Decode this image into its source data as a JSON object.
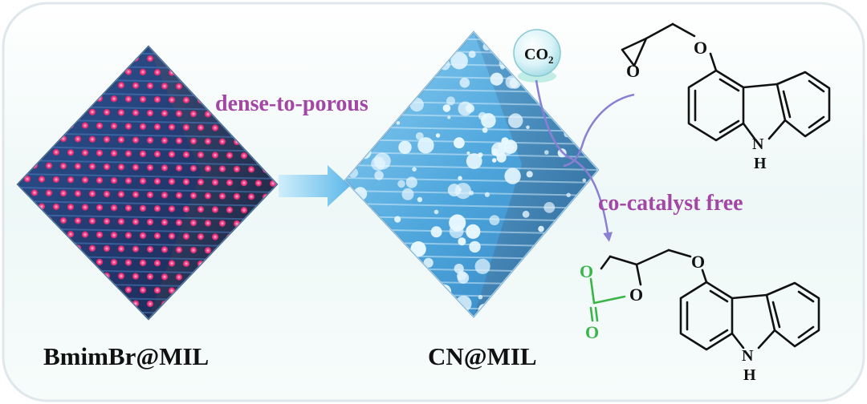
{
  "labels": {
    "left_material": "BmimBr@MIL",
    "right_material": "CN@MIL",
    "process": "dense-to-porous",
    "condition": "co-catalyst free"
  },
  "molecule": {
    "gas": "CO",
    "gas_subscript": "2",
    "atom_o": "O",
    "atom_n": "N",
    "atom_h": "H"
  },
  "colors": {
    "panel_fill": "#f3faf8",
    "purple_text": "#a347a6",
    "arrow_blue": "#7fc8ef",
    "octahedron_dark": "#1f3b6e",
    "octahedron_light": "#5eb2e4",
    "pink_dot": "#ff3f88",
    "carbonate_green": "#39b54a",
    "curve_purple": "#8b7fd4"
  }
}
